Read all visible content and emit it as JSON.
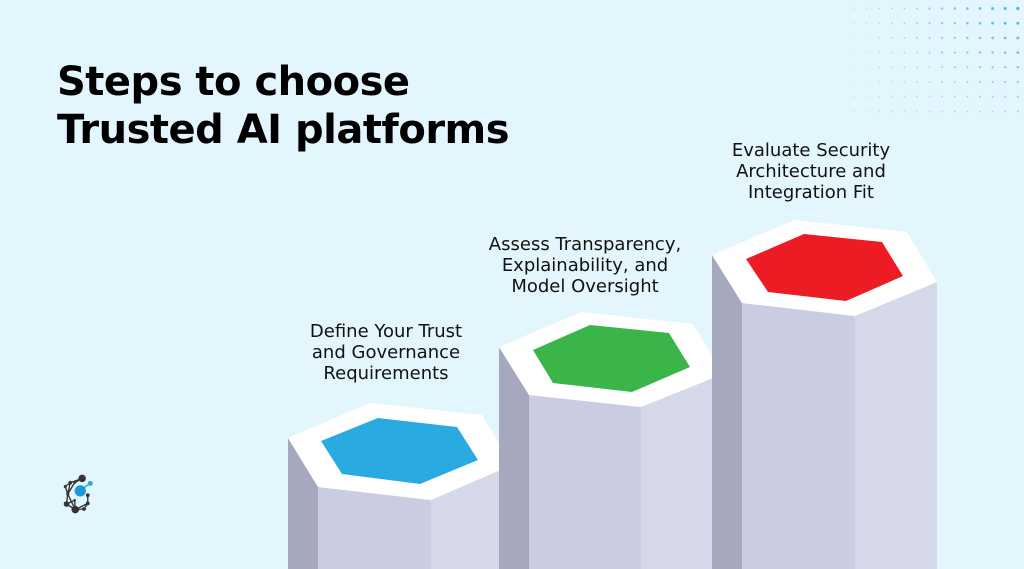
{
  "title": {
    "line1": "Steps to choose",
    "line2": "Trusted AI platforms"
  },
  "steps": [
    {
      "line1": "Define Your Trust",
      "line2": "and Governance",
      "line3": "Requirements",
      "color": "#29abe2"
    },
    {
      "line1": "Assess Transparency,",
      "line2": "Explainability, and",
      "line3": "Model Oversight",
      "color": "#3bb54a"
    },
    {
      "line1": "Evaluate Security",
      "line2": "Architecture and",
      "line3": "Integration Fit",
      "color": "#ed1c24"
    }
  ],
  "colors": {
    "background": "#e4f6fd",
    "pillar_left": "#a6a8bd",
    "pillar_front": "#cacde2",
    "pillar_right": "#d5d8e8",
    "pillar_top": "#ffffff",
    "dot": "#29abe2"
  },
  "logo": {
    "icon": "network-c-logo-icon"
  },
  "decoration": {
    "icon": "dot-grid-pattern"
  }
}
